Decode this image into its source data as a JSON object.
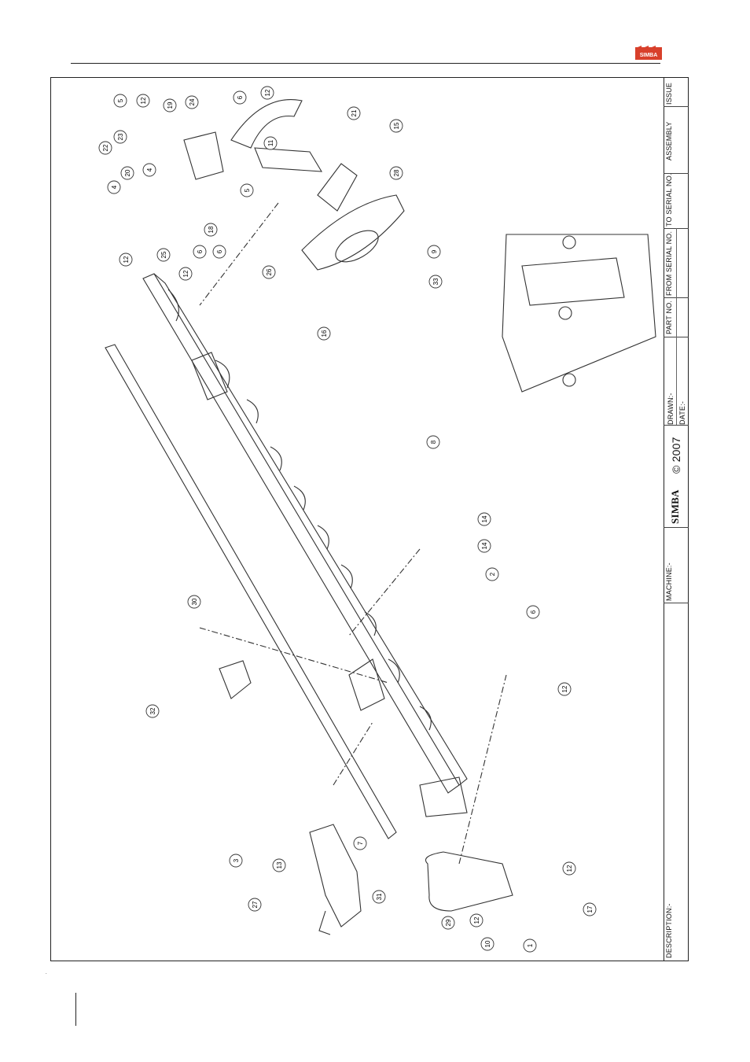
{
  "header": {
    "logo_text": "SIMBA"
  },
  "drawing": {
    "callouts": [
      "5",
      "12",
      "19",
      "24",
      "6",
      "12",
      "23",
      "22",
      "4",
      "20",
      "4",
      "21",
      "15",
      "11",
      "5",
      "28",
      "18",
      "6",
      "6",
      "12",
      "25",
      "12",
      "26",
      "9",
      "16",
      "33",
      "8",
      "14",
      "14",
      "2",
      "30",
      "6",
      "12",
      "32",
      "7",
      "3",
      "13",
      "27",
      "31",
      "29",
      "12",
      "10",
      "1",
      "17",
      "12"
    ]
  },
  "title_block": {
    "issue_label": "ISSUE",
    "assembly_label": "ASSEMBLY",
    "to_serial_label": "TO SERIAL NO.",
    "from_serial_label": "FROM SERIAL NO.",
    "part_no_label": "PART NO.",
    "drawn_label": "DRAWN:-",
    "date_label": "DATE:-",
    "brand": "SIMBA",
    "copyright": "© 2007",
    "machine_label": "MACHINE:-",
    "description_label": "DESCRIPTION:-"
  },
  "footer": {
    "mark": "."
  }
}
